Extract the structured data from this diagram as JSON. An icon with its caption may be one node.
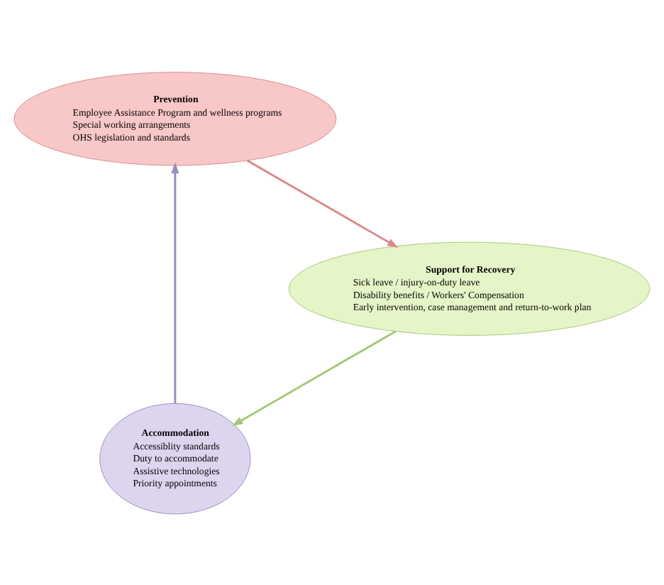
{
  "diagram": {
    "nodes": [
      {
        "text": [
          "Accommodation",
          "Accessiblity standards",
          "Duty to accommodate",
          "Assistive technologies",
          "Priority appointments"
        ]
      },
      {
        "text": [
          "Prevention",
          "Employee Assistance Program and wellness programs",
          "Special working arrangements",
          "OHS legislation and standards"
        ]
      },
      {
        "text": [
          "Support for Recovery",
          "Sick leave / injury-on-duty leave",
          "Disability benefits / Workers' Compensation",
          "Early intervention, case management and return-to-work plan"
        ]
      }
    ],
    "edges": [
      {
        "from": 0,
        "to": 1,
        "arrow": "to"
      },
      {
        "from": 1,
        "to": 2,
        "arrow": "to"
      },
      {
        "from": 2,
        "to": 0,
        "arrow": "to"
      }
    ]
  }
}
